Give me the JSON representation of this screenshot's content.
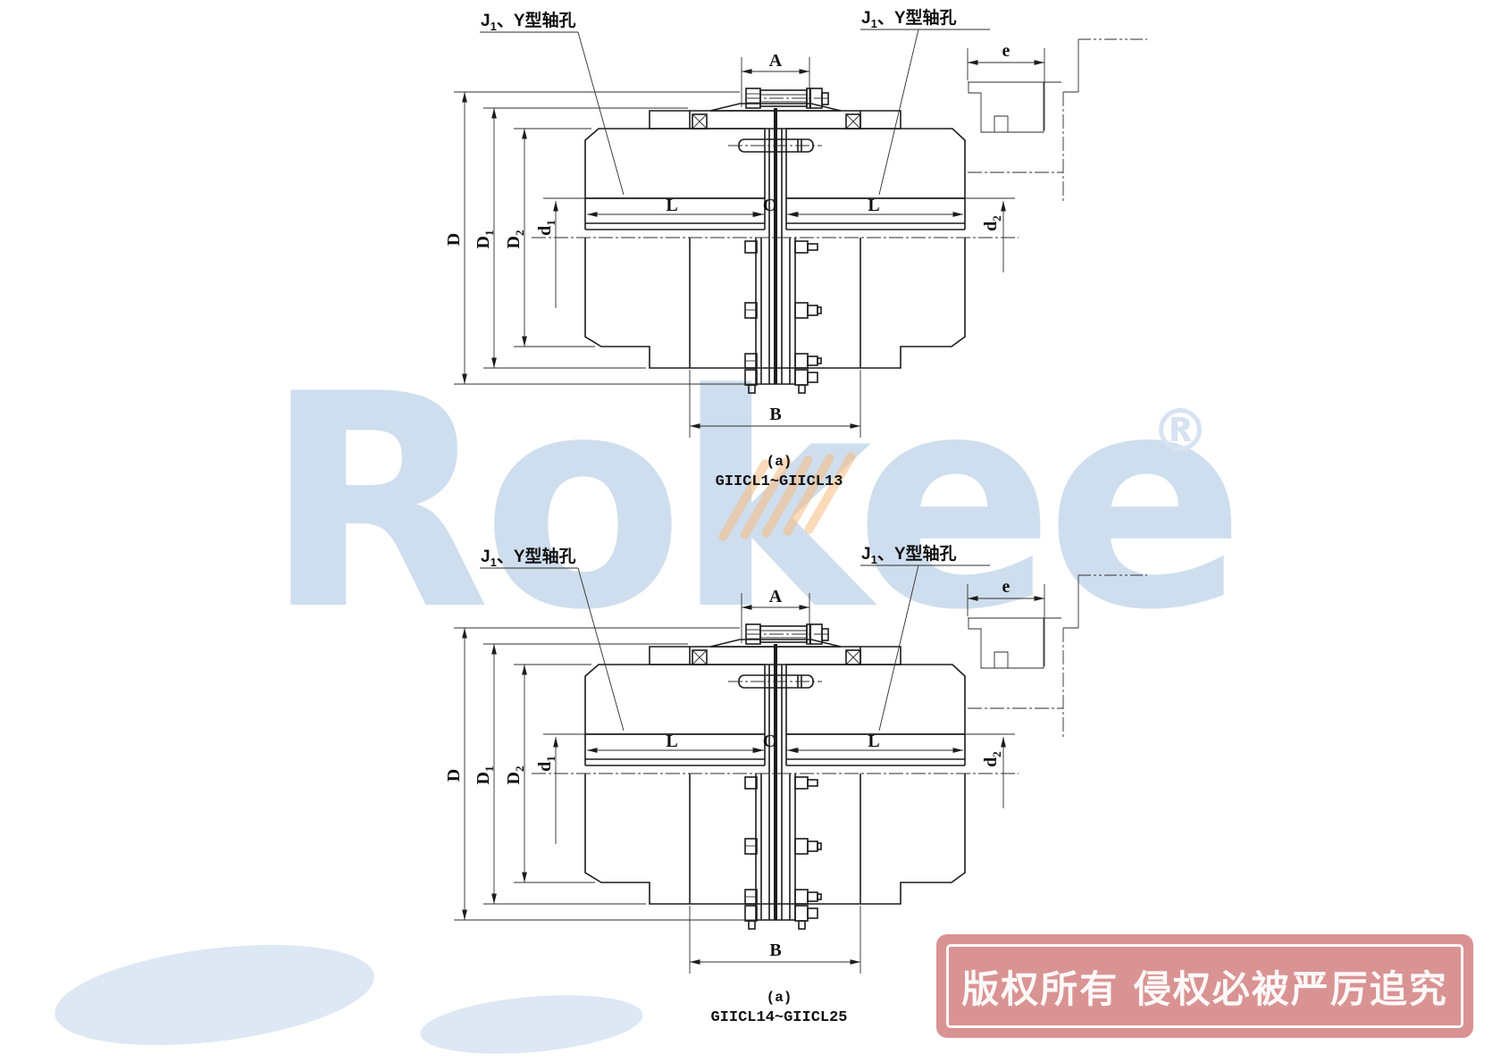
{
  "watermark": {
    "text": "Rokee",
    "registered": "®",
    "color": "#cedeee",
    "accent_stripes_color": "#f6bb80"
  },
  "dims": {
    "A": "A",
    "e": "e",
    "L": "L",
    "C": "C",
    "B": "B",
    "D": "D",
    "d": "d",
    "sub1": "1",
    "sub2": "2"
  },
  "labels": {
    "J": "J",
    "J_sub": "1",
    "bore_type": "、Y型轴孔"
  },
  "drawings": [
    {
      "label": "(a)",
      "caption_range": "GIICL1~GIICL13"
    },
    {
      "label": "(a)",
      "caption_range": "GIICL14~GIICL25"
    }
  ],
  "stamp": {
    "text": "版权所有 侵权必被严厉追究",
    "background": "#d99393",
    "text_color": "#fdf8f8"
  }
}
